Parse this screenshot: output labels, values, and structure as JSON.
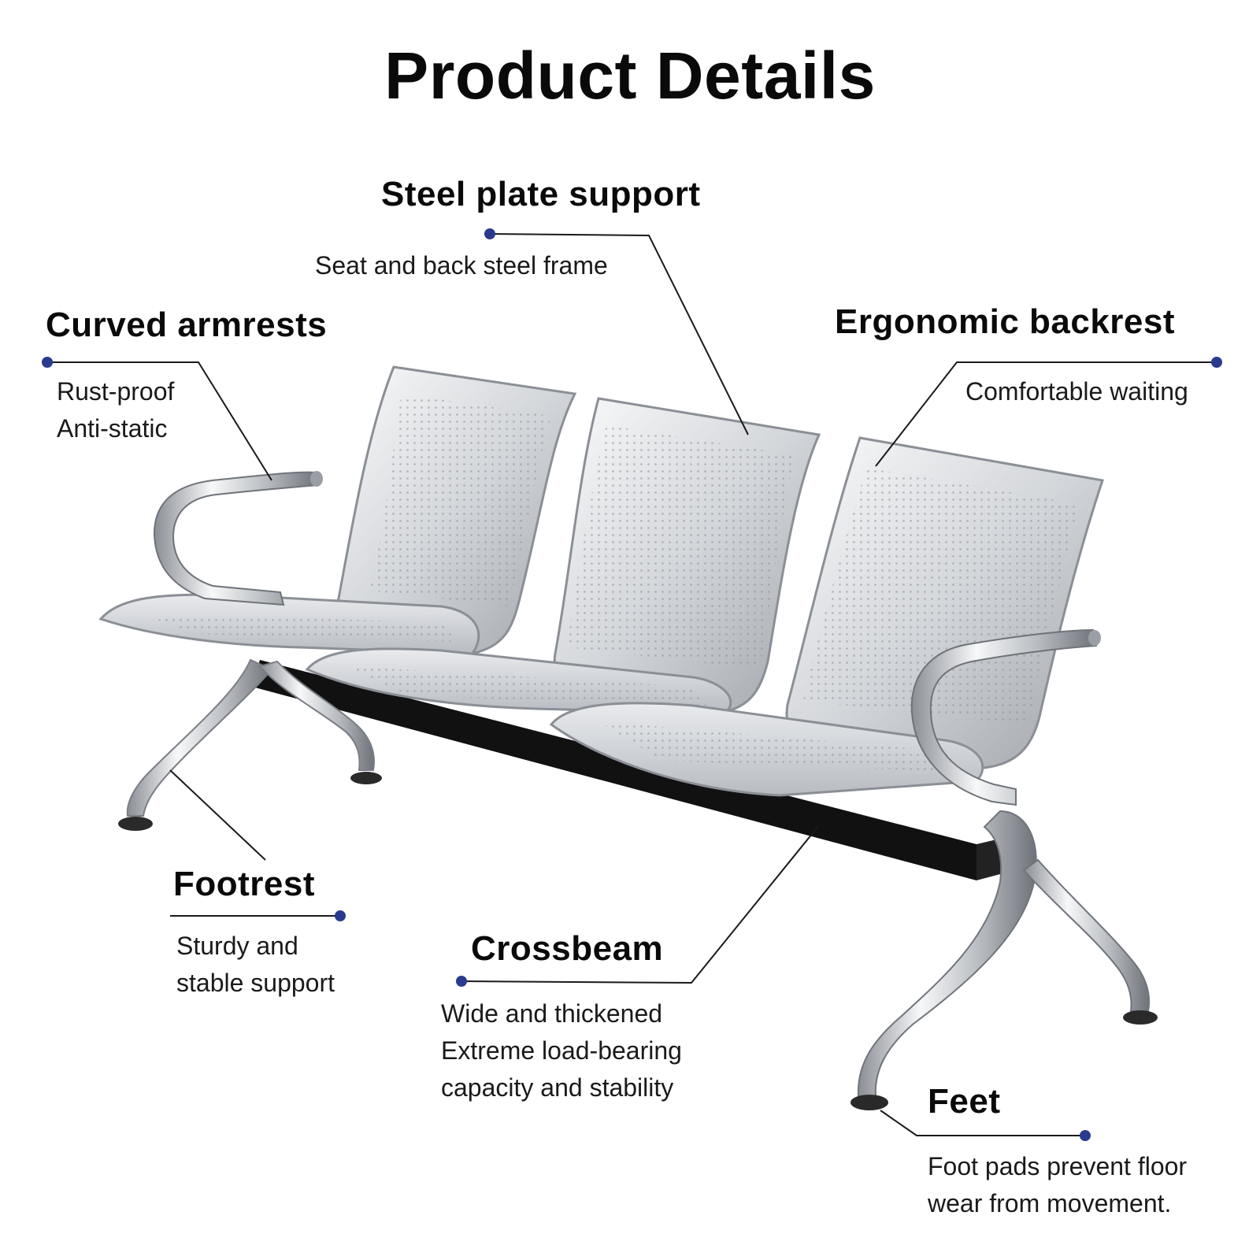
{
  "title": "Product Details",
  "colors": {
    "dot": "#2a3b8f",
    "line": "#1a1a1a",
    "steel_light": "#f3f4f6",
    "steel_mid": "#c9ccd1",
    "steel_dark": "#7d8088",
    "beam": "#111111"
  },
  "product_image": "silver 3-seat perforated steel waiting bench with curved armrests and chrome legs",
  "callouts": {
    "steel_plate": {
      "heading": "Steel plate support",
      "lines": [
        "Seat and back steel frame"
      ]
    },
    "armrests": {
      "heading": "Curved armrests",
      "lines": [
        "Rust-proof",
        "Anti-static"
      ]
    },
    "backrest": {
      "heading": "Ergonomic backrest",
      "lines": [
        "Comfortable waiting"
      ]
    },
    "footrest": {
      "heading": "Footrest",
      "lines": [
        "Sturdy and",
        "stable support"
      ]
    },
    "crossbeam": {
      "heading": "Crossbeam",
      "lines": [
        "Wide and thickened",
        "Extreme load-bearing",
        "capacity and stability"
      ]
    },
    "feet": {
      "heading": "Feet",
      "lines": [
        "Foot pads prevent floor",
        "wear from movement."
      ]
    }
  }
}
